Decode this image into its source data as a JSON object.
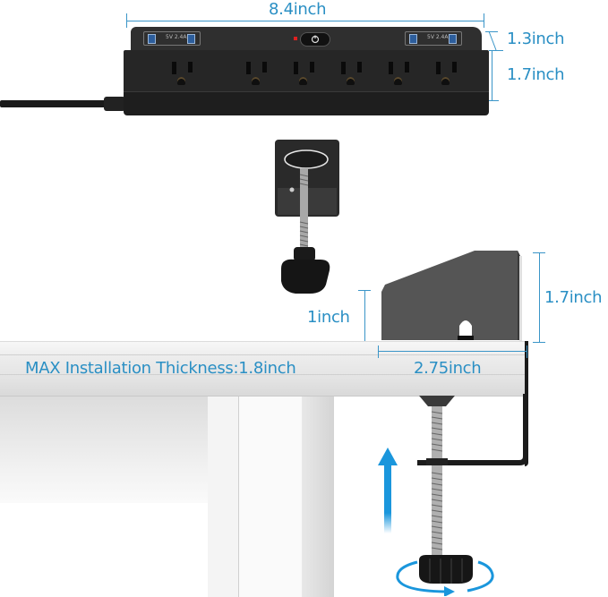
{
  "dimensions": {
    "strip_width": "8.4inch",
    "strip_top_height": "1.3inch",
    "strip_face_height": "1.7inch",
    "clamp_lip_height": "1inch",
    "clamp_total_height": "1.7inch",
    "clamp_depth": "2.75inch",
    "max_installation_thickness": "MAX Installation Thickness:1.8inch"
  },
  "product": {
    "outlet_count": 6,
    "usb_panels": 2,
    "usb_ports_per_panel": 2,
    "usb_panel_label": "5V 2.4A"
  },
  "colors": {
    "dimension_blue": "#2a8fc4",
    "arrow_blue": "#1a96dc",
    "product_black": "#262626",
    "indicator_red": "#e02020"
  },
  "annotations": {
    "up_arrow": "arrow-up-icon",
    "rotate_arrow": "rotate-icon"
  }
}
